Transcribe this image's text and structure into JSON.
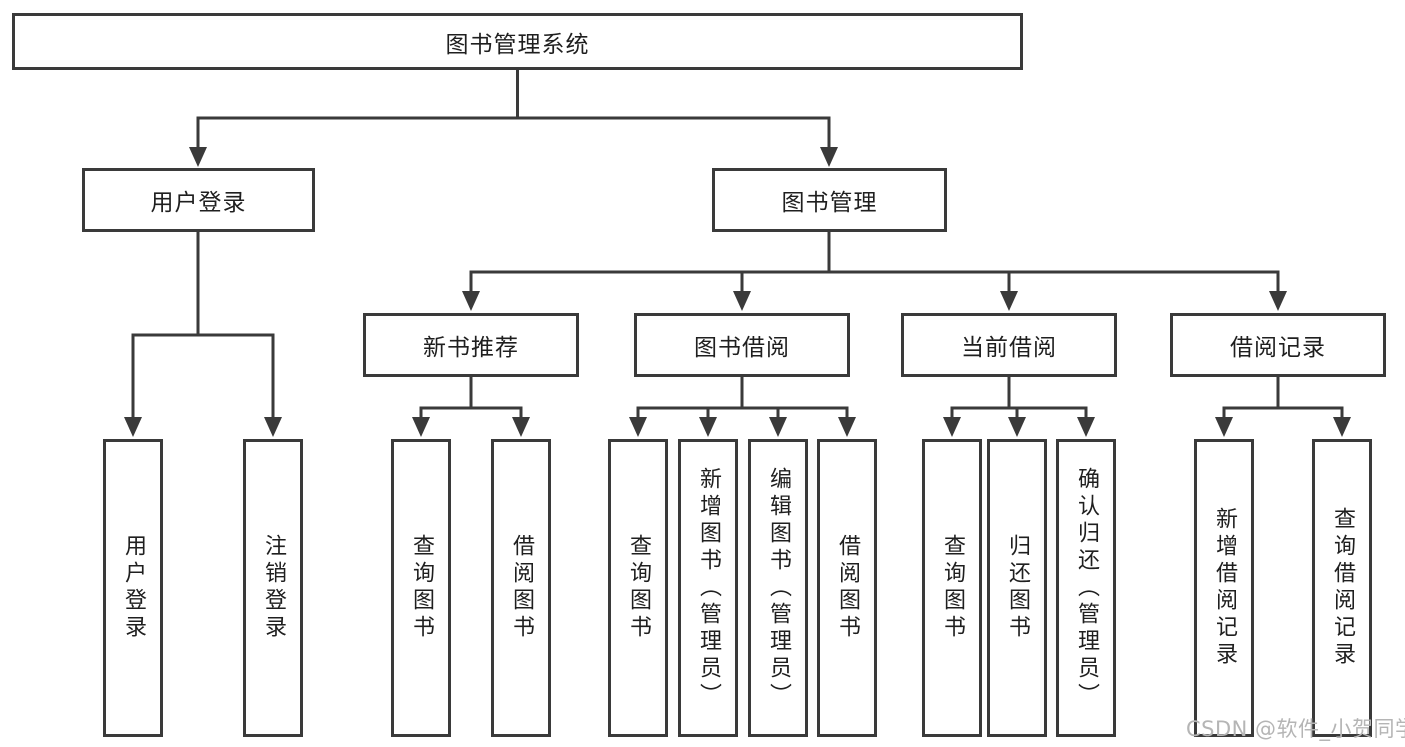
{
  "diagram": {
    "title": "图书管理系统",
    "level2": [
      {
        "label": "用户登录",
        "children": [
          {
            "label": "用户登录"
          },
          {
            "label": "注销登录"
          }
        ]
      },
      {
        "label": "图书管理",
        "children": [
          {
            "label": "新书推荐",
            "children": [
              {
                "label": "查询图书"
              },
              {
                "label": "借阅图书"
              }
            ]
          },
          {
            "label": "图书借阅",
            "children": [
              {
                "label": "查询图书"
              },
              {
                "label": "新增图书（管理员）"
              },
              {
                "label": "编辑图书（管理员）"
              },
              {
                "label": "借阅图书"
              }
            ]
          },
          {
            "label": "当前借阅",
            "children": [
              {
                "label": "查询图书"
              },
              {
                "label": "归还图书"
              },
              {
                "label": "确认归还（管理员）"
              }
            ]
          },
          {
            "label": "借阅记录",
            "children": [
              {
                "label": "新增借阅记录"
              },
              {
                "label": "查询借阅记录"
              }
            ]
          }
        ]
      }
    ]
  },
  "watermark": {
    "text": "CSDN @软件_小贺同学"
  },
  "colors": {
    "line": "#3a3a3a",
    "text": "#1f1f1f",
    "background": "#ffffff",
    "watermark": "#b5b5b5"
  }
}
